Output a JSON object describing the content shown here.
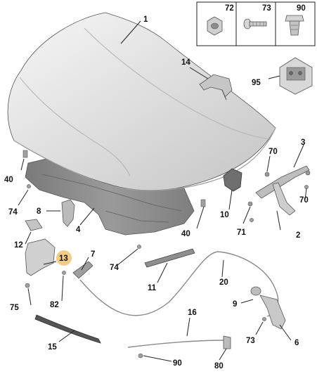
{
  "callouts": {
    "p1": "1",
    "p2": "2",
    "p3": "3",
    "p4": "4",
    "p6": "6",
    "p7": "7",
    "p8": "8",
    "p9": "9",
    "p10": "10",
    "p11": "11",
    "p12": "12",
    "p13": "13",
    "p14": "14",
    "p15": "15",
    "p16": "16",
    "p20": "20",
    "p40a": "40",
    "p40b": "40",
    "p70a": "70",
    "p70b": "70",
    "p71": "71",
    "p72": "72",
    "p73a": "73",
    "p73b": "73",
    "p74a": "74",
    "p74b": "74",
    "p75": "75",
    "p80": "80",
    "p82": "82",
    "p90a": "90",
    "p90b": "90",
    "p95": "95"
  },
  "colors": {
    "hood_light": "#f2f2f2",
    "hood_mid": "#d9d9d9",
    "hood_dark": "#bdbdbd",
    "insulation": "#8c8c8c",
    "insulation_dark": "#6e6e6e",
    "part_gray": "#a8a8a8",
    "highlight_circle": "#f3c77a",
    "frame": "#222222"
  }
}
